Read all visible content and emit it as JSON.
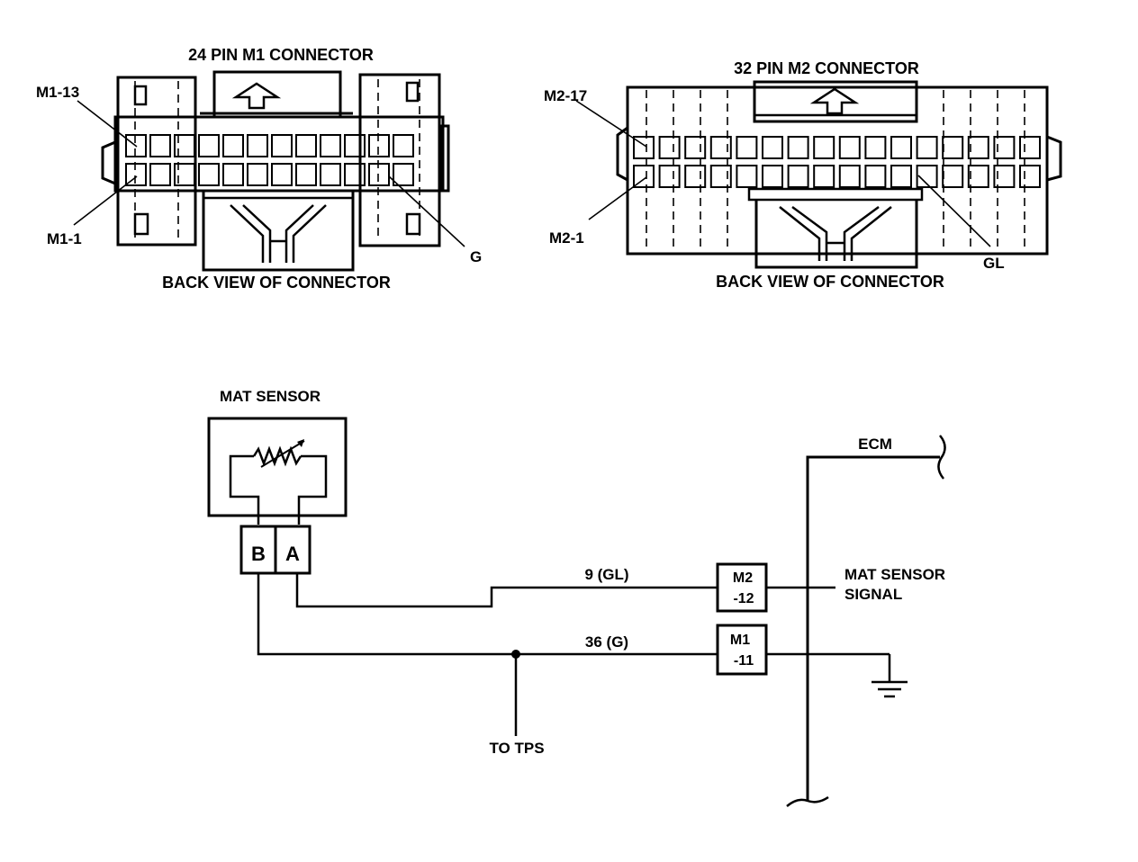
{
  "connectors": {
    "m1": {
      "title": "24 PIN M1 CONNECTOR",
      "pin_top": "M1-13",
      "pin_bottom": "M1-1",
      "wire_label": "G",
      "caption": "BACK VIEW OF CONNECTOR"
    },
    "m2": {
      "title": "32 PIN M2 CONNECTOR",
      "pin_top": "M2-17",
      "pin_bottom": "M2-1",
      "wire_label": "GL",
      "caption": "BACK VIEW OF CONNECTOR"
    }
  },
  "schematic": {
    "sensor_title": "MAT SENSOR",
    "terminal_b": "B",
    "terminal_a": "A",
    "wire_9": "9 (GL)",
    "wire_36": "36 (G)",
    "to_tps": "TO TPS",
    "ecm": "ECM",
    "pin_m2_line1": "M2",
    "pin_m2_line2": "-12",
    "pin_m1_line1": "M1",
    "pin_m1_line2": "-11",
    "signal_line1": "MAT SENSOR",
    "signal_line2": "SIGNAL"
  }
}
